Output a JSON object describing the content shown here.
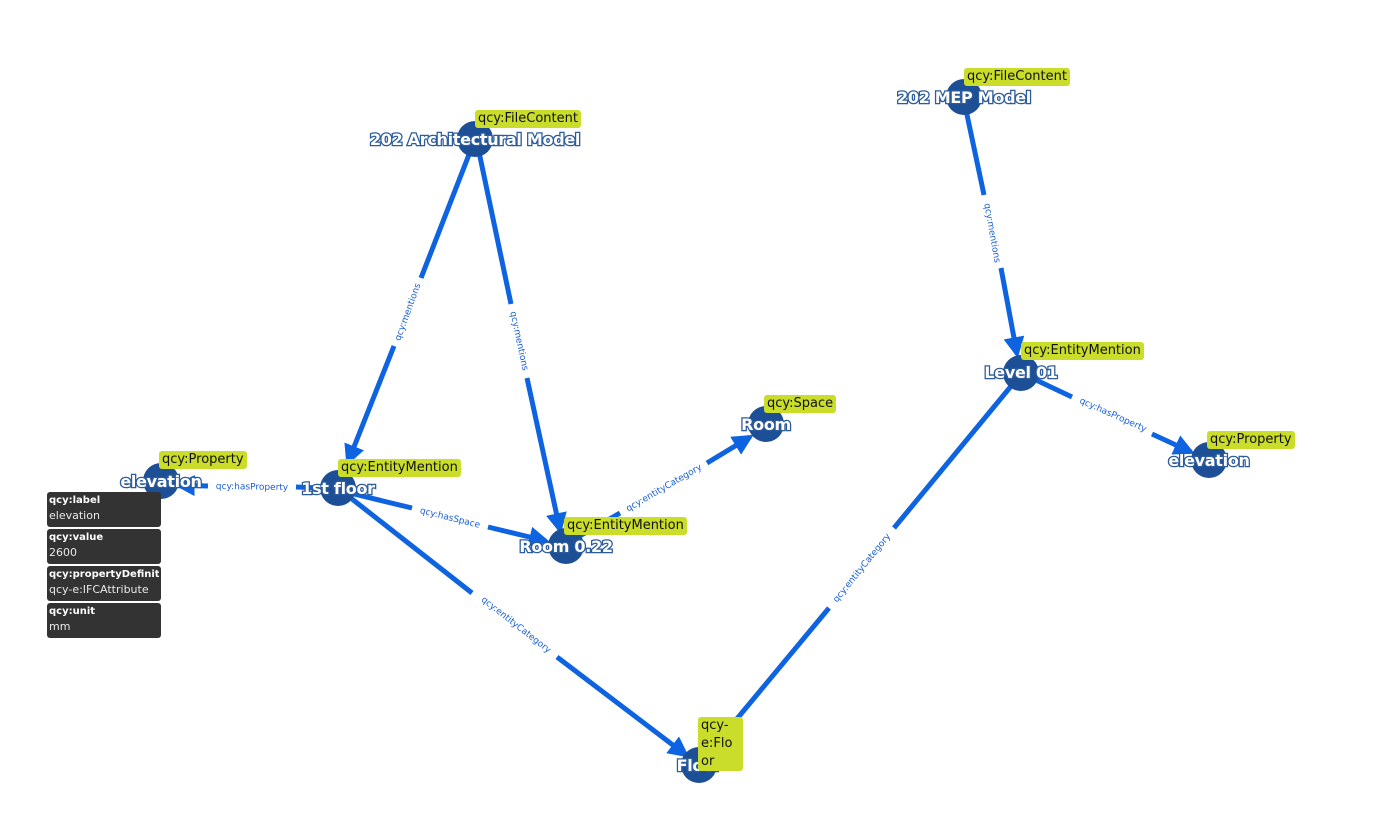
{
  "colors": {
    "edge": "#0d63e0",
    "edge_label": "#1a5fd6",
    "node": "#1c4f96",
    "type_tag": "#c9dd2a",
    "panel": "#333333"
  },
  "nodes": {
    "arch_model": {
      "label": "202 Architectural Model",
      "type": "qcy:FileContent"
    },
    "mep_model": {
      "label": "202 MEP Model",
      "type": "qcy:FileContent"
    },
    "first_floor": {
      "label": "1st floor",
      "type": "qcy:EntityMention"
    },
    "level_01": {
      "label": "Level 01",
      "type": "qcy:EntityMention"
    },
    "room_022": {
      "label": "Room 0.22",
      "type": "qcy:EntityMention"
    },
    "room": {
      "label": "Room",
      "type": "qcy:Space"
    },
    "elevation_left": {
      "label": "elevation",
      "type": "qcy:Property"
    },
    "elevation_right": {
      "label": "elevation",
      "type": "qcy:Property"
    },
    "floor": {
      "label": "Floor",
      "type": "qcy-e:Floor"
    }
  },
  "edges": {
    "arch_mentions_first": "qcy:mentions",
    "arch_mentions_room": "qcy:mentions",
    "mep_mentions_level": "qcy:mentions",
    "first_hasproperty": "qcy:hasProperty",
    "first_hasspace": "qcy:hasSpace",
    "first_category": "qcy:entityCategory",
    "room_category": "qcy:entityCategory",
    "level_hasproperty": "qcy:hasProperty",
    "level_category": "qcy:entityCategory"
  },
  "property_panel": [
    {
      "key": "qcy:label",
      "value": "elevation"
    },
    {
      "key": "qcy:value",
      "value": "2600"
    },
    {
      "key": "qcy:propertyDefinition",
      "value": "qcy-e:IFCAttribute"
    },
    {
      "key": "qcy:unit",
      "value": "mm"
    }
  ]
}
